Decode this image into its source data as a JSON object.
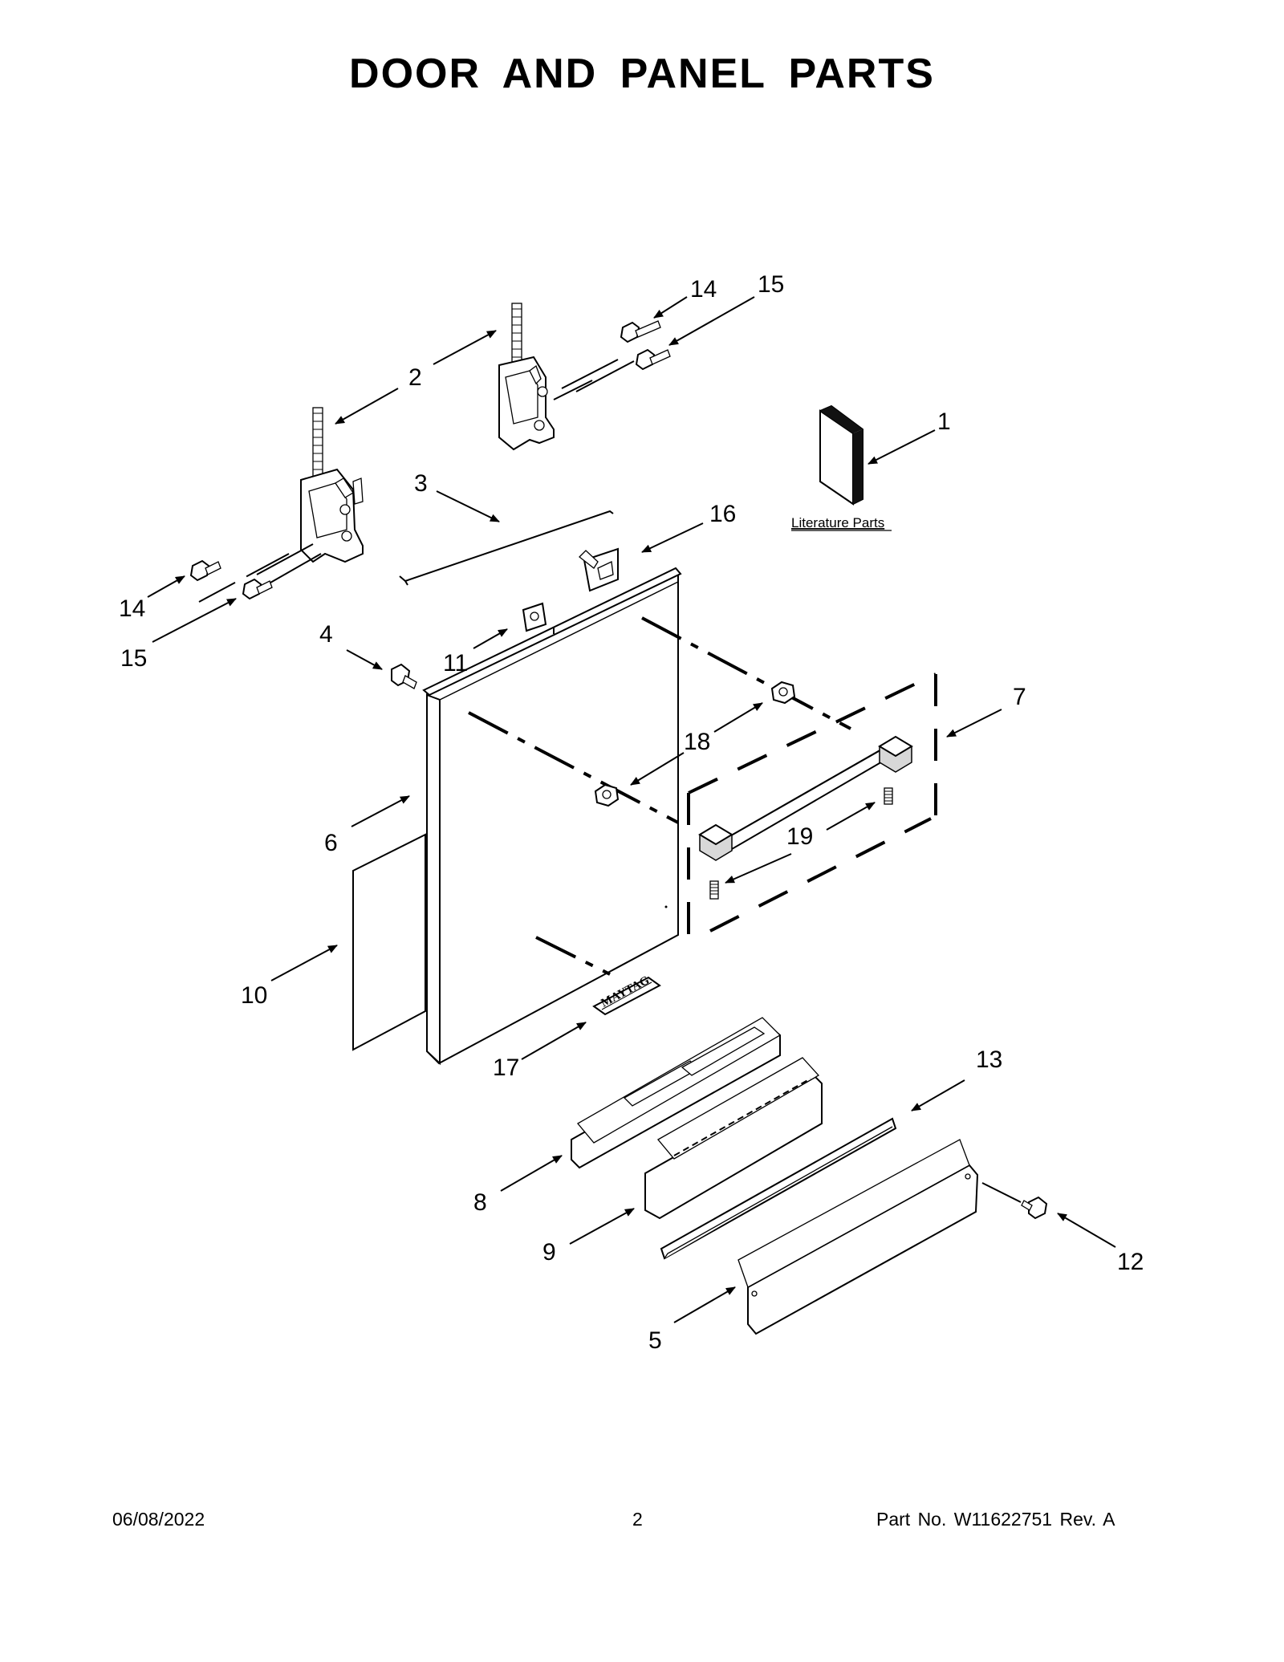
{
  "title": "DOOR AND PANEL PARTS",
  "literature_label": "Literature Parts",
  "callouts": {
    "c1": "1",
    "c2": "2",
    "c3": "3",
    "c4": "4",
    "c5": "5",
    "c6": "6",
    "c7": "7",
    "c8": "8",
    "c9": "9",
    "c10": "10",
    "c11": "11",
    "c12": "12",
    "c13": "13",
    "c14a": "14",
    "c14b": "14",
    "c15a": "15",
    "c15b": "15",
    "c16": "16",
    "c17": "17",
    "c18": "18",
    "c19": "19"
  },
  "logo_text": "MAYTAG",
  "footer": {
    "date": "06/08/2022",
    "page": "2",
    "part_no": "Part No.  W11622751   Rev.  A"
  }
}
